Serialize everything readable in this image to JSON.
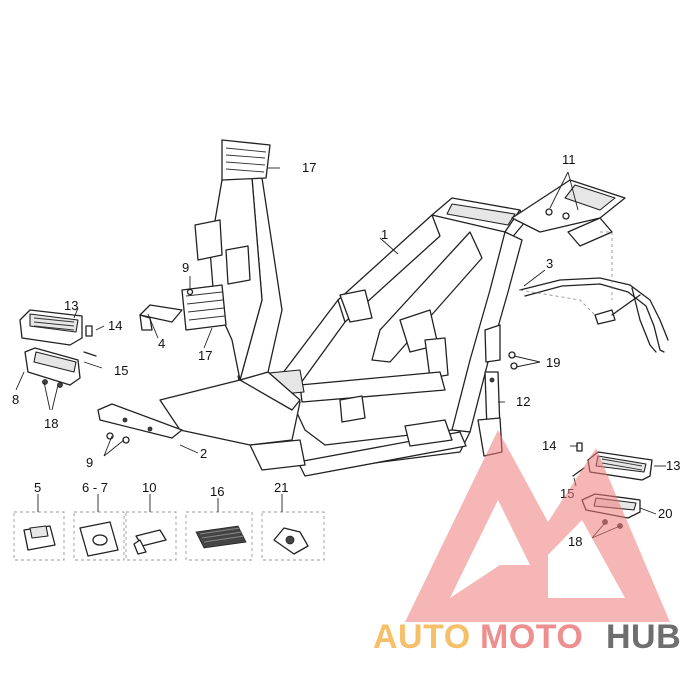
{
  "diagram": {
    "callouts": {
      "c1": "1",
      "c2": "2",
      "c3": "3",
      "c4": "4",
      "c5": "5",
      "c6_7": "6 - 7",
      "c8": "8",
      "c9_left_upper": "9",
      "c9_left_lower": "9",
      "c10": "10",
      "c11": "11",
      "c12": "12",
      "c13_left": "13",
      "c13_right": "13",
      "c14_left": "14",
      "c14_right": "14",
      "c15_left": "15",
      "c15_right": "15",
      "c16": "16",
      "c17_upper": "17",
      "c17_lower": "17",
      "c18_left": "18",
      "c18_right": "18",
      "c19": "19",
      "c20": "20",
      "c21": "21"
    }
  },
  "watermark": {
    "part1": "AUTO",
    "part2": "MOTO",
    "part3": "HUB",
    "colors": {
      "auto": "#f6c06a",
      "moto": "#ee8f8f",
      "hub": "#6e6e6e",
      "triangle": "#f07a7a"
    }
  }
}
